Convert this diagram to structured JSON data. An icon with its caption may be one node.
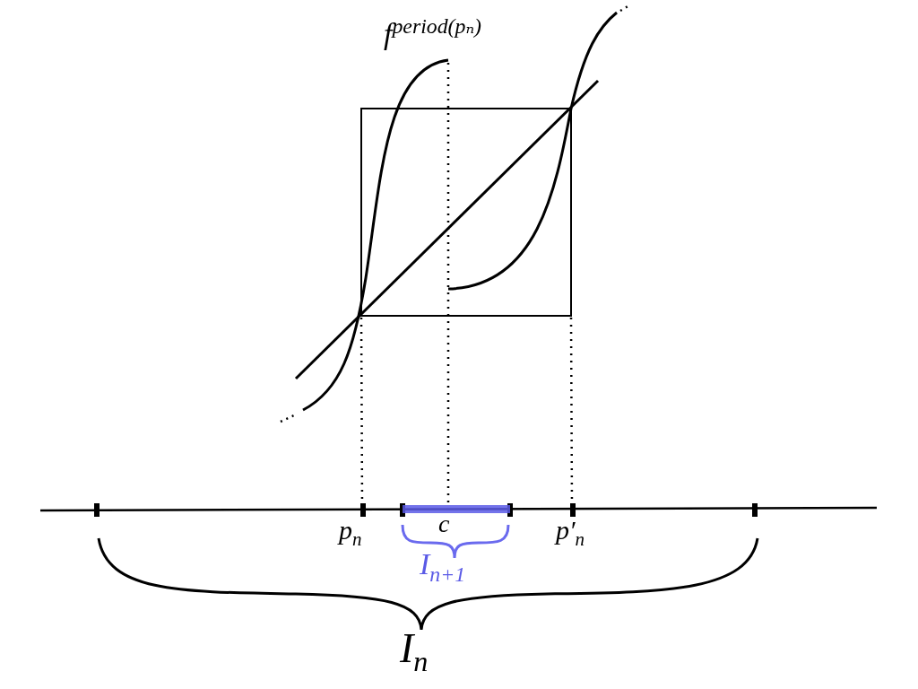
{
  "diagram": {
    "labels": [
      "f$^{period(pₙ)}$",
      "p$_{n}$",
      "c",
      "p′$_{n}$",
      "I$_{n+1}$",
      "I$_{n}$"
    ]
  }
}
